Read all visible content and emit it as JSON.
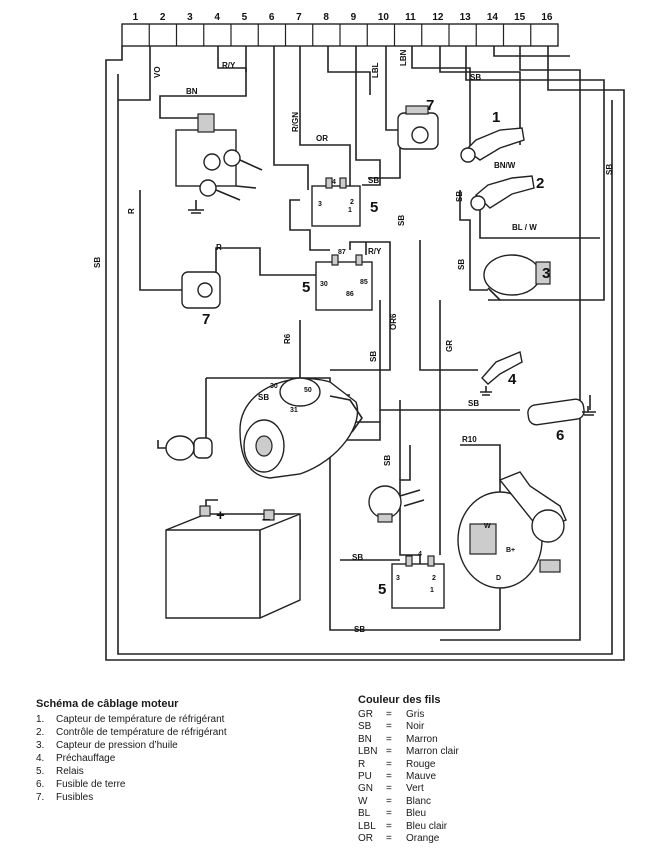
{
  "connector_pins": [
    "1",
    "2",
    "3",
    "4",
    "5",
    "6",
    "7",
    "8",
    "9",
    "10",
    "11",
    "12",
    "13",
    "14",
    "15",
    "16"
  ],
  "wire_labels": {
    "vo": "VO",
    "ry_top": "R/Y",
    "lbl": "LBL",
    "lbn": "LBN",
    "sb_top": "SB",
    "bn_top": "BN",
    "rgn": "R/GN",
    "or": "OR",
    "sb_relay": "SB",
    "bnw": "BN/W",
    "sb_s1": "SB",
    "r_left": "R",
    "sb_right": "SB",
    "sb_mid": "SB",
    "blw": "BL / W",
    "sb_left": "SB",
    "r_relay": "R",
    "ry_relay": "R/Y",
    "sb_p3": "SB",
    "r6": "R6",
    "or6": "OR6",
    "sb_c": "SB",
    "gr": "GR",
    "sb_mot": "SB",
    "sb_f6": "SB",
    "r10": "R10",
    "sb_v": "SB",
    "sb_alt": "SB",
    "sb_bot": "SB"
  },
  "components": {
    "c1": "1",
    "c2": "2",
    "c3": "3",
    "c4": "4",
    "c5a": "5",
    "c5b": "5",
    "c5c": "5",
    "c6": "6",
    "c7a": "7",
    "c7b": "7"
  },
  "terminals": {
    "r1_4": "4",
    "r1_3": "3",
    "r1_1": "1",
    "r1_2": "2",
    "r2_87": "87",
    "r2_30": "30",
    "r2_85": "85",
    "r2_86": "86",
    "m_30": "30",
    "m_50": "50",
    "m_31": "31",
    "r3_4": "4",
    "r3_3": "3",
    "r3_1": "1",
    "r3_2": "2",
    "a_w": "W",
    "a_b": "B+",
    "a_d": "D",
    "bat_plus": "+",
    "bat_minus": "–"
  },
  "legend": {
    "title": "Schéma de câblage moteur",
    "items": [
      {
        "n": "1.",
        "label": "Capteur de température de réfrigérant"
      },
      {
        "n": "2.",
        "label": "Contrôle de température de réfrigérant"
      },
      {
        "n": "3.",
        "label": "Capteur de pression d’huile"
      },
      {
        "n": "4.",
        "label": "Préchauffage"
      },
      {
        "n": "5.",
        "label": "Relais"
      },
      {
        "n": "6.",
        "label": "Fusible de terre"
      },
      {
        "n": "7.",
        "label": "Fusibles"
      }
    ]
  },
  "colors_legend": {
    "title": "Couleur des fils",
    "rows": [
      {
        "code": "GR",
        "eq": "=",
        "name": "Gris"
      },
      {
        "code": "SB",
        "eq": "=",
        "name": "Noir"
      },
      {
        "code": "BN",
        "eq": "=",
        "name": "Marron"
      },
      {
        "code": "LBN",
        "eq": "=",
        "name": "Marron clair"
      },
      {
        "code": "R",
        "eq": "=",
        "name": "Rouge"
      },
      {
        "code": "PU",
        "eq": "=",
        "name": "Mauve"
      },
      {
        "code": "GN",
        "eq": "=",
        "name": "Vert"
      },
      {
        "code": "W",
        "eq": "=",
        "name": "Blanc"
      },
      {
        "code": "BL",
        "eq": "=",
        "name": "Bleu"
      },
      {
        "code": "LBL",
        "eq": "=",
        "name": "Bleu clair"
      },
      {
        "code": "OR",
        "eq": "=",
        "name": "Orange"
      }
    ]
  }
}
